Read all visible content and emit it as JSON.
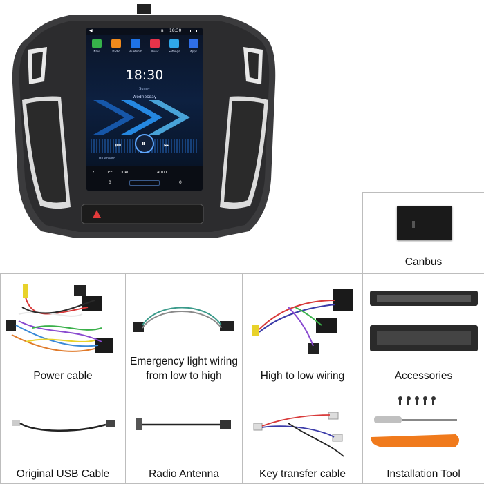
{
  "head_unit": {
    "status_time": "18:30",
    "clock": "18:30",
    "weather": "Sunny",
    "date": "Wednesday",
    "media_label": "Bluetooth",
    "climate": {
      "off": "OFF",
      "dual": "DUAL",
      "auto": "AUTO",
      "left_temp": "0",
      "right_temp": "0",
      "level": "12"
    },
    "apps": [
      {
        "label": "Navi",
        "color": "#36b24a"
      },
      {
        "label": "Radio",
        "color": "#f08a1c"
      },
      {
        "label": "Bluetooth",
        "color": "#1e73e8"
      },
      {
        "label": "Music",
        "color": "#e8334a"
      },
      {
        "label": "Settings",
        "color": "#2fa6e8"
      },
      {
        "label": "Apps",
        "color": "#2f6fe8"
      }
    ]
  },
  "accessories": [
    {
      "caption": "Canbus"
    },
    {
      "caption": "Power cable"
    },
    {
      "caption_line1": "Emergency light wiring",
      "caption_line2": "from low to high"
    },
    {
      "caption": "High to low wiring"
    },
    {
      "caption": "Accessories"
    },
    {
      "caption": "Original USB Cable"
    },
    {
      "caption": "Radio Antenna"
    },
    {
      "caption": "Key transfer cable"
    },
    {
      "caption": "Installation Tool"
    }
  ]
}
